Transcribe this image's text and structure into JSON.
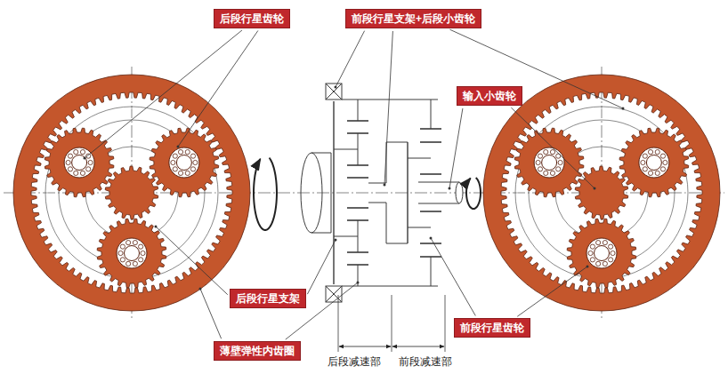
{
  "diagram": {
    "nodes": [
      {
        "text": [
          "后段行星齿轮"
        ]
      },
      {
        "text": [
          "前段行星支架+后段小齿轮"
        ]
      },
      {
        "text": [
          "输入小齿轮"
        ]
      },
      {
        "text": [
          "后段行星支架"
        ]
      },
      {
        "text": [
          "前段行星齿轮"
        ]
      },
      {
        "text": [
          "薄壁弹性内齿圈"
        ]
      }
    ],
    "labels": [
      "后段减速部",
      "前段减速部"
    ]
  }
}
